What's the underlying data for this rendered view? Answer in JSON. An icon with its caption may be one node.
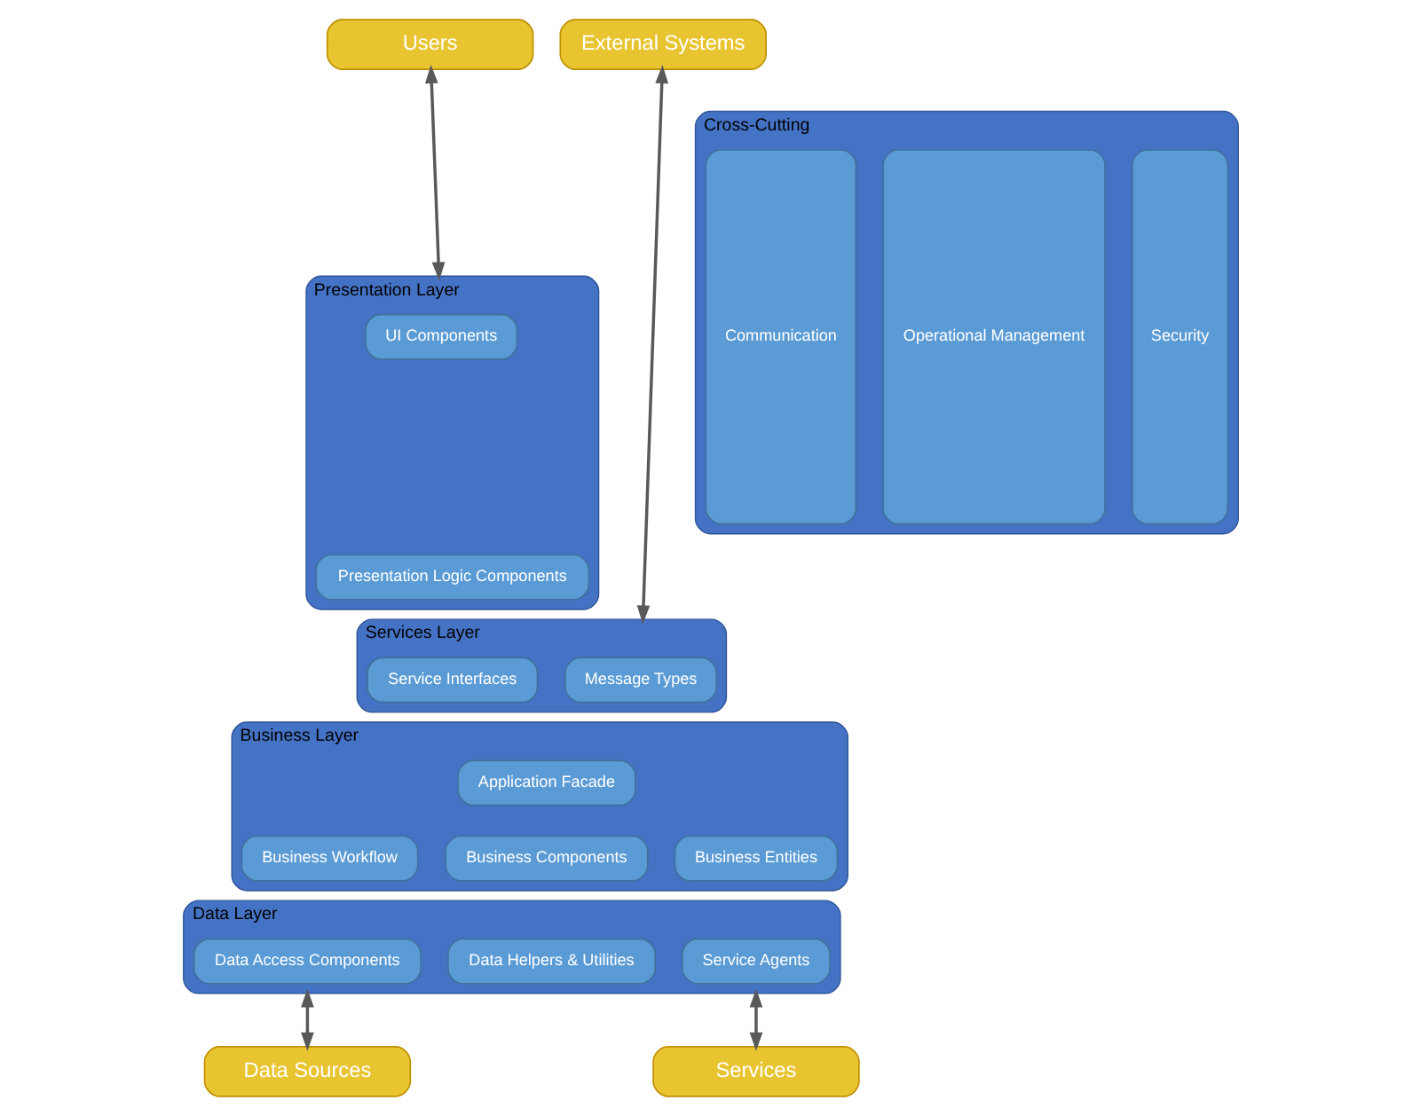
{
  "diagram": {
    "nodes": [
      {
        "text": [
          "Users"
        ]
      },
      {
        "text": [
          "External Systems"
        ]
      },
      {
        "text": [
          "Presentation Layer"
        ]
      },
      {
        "text": [
          "UI Components"
        ],
        "in": 2
      },
      {
        "text": [
          "Presentation Logic Components"
        ],
        "in": 2
      },
      {
        "text": [
          "Services Layer"
        ]
      },
      {
        "text": [
          "Service Interfaces"
        ],
        "in": 5
      },
      {
        "text": [
          "Message Types"
        ],
        "in": 5
      },
      {
        "text": [
          "Business Layer"
        ]
      },
      {
        "text": [
          "Application Facade"
        ],
        "in": 8
      },
      {
        "text": [
          "Business Workflow"
        ],
        "in": 8
      },
      {
        "text": [
          "Business Components"
        ],
        "in": 8
      },
      {
        "text": [
          "Business Entities"
        ],
        "in": 8
      },
      {
        "text": [
          "Data Layer"
        ]
      },
      {
        "text": [
          "Data Access Components"
        ],
        "in": 13
      },
      {
        "text": [
          "Data Helpers & Utilities"
        ],
        "in": 13
      },
      {
        "text": [
          "Service Agents"
        ],
        "in": 13
      },
      {
        "text": [
          "Data Sources"
        ]
      },
      {
        "text": [
          "Services"
        ]
      },
      {
        "text": [
          "Cross-Cutting"
        ]
      },
      {
        "text": [
          "Security"
        ],
        "in": 19
      },
      {
        "text": [
          "Operational Management"
        ],
        "in": 19
      },
      {
        "text": [
          "Communication"
        ],
        "in": 19
      }
    ],
    "edges": [
      {
        "from": 0,
        "to": 2,
        "arrow": "both"
      },
      {
        "from": 1,
        "to": 5,
        "arrow": "both"
      },
      {
        "from": 13,
        "to": 17,
        "arrow": "both"
      },
      {
        "from": 13,
        "to": 18,
        "arrow": "both"
      }
    ]
  }
}
